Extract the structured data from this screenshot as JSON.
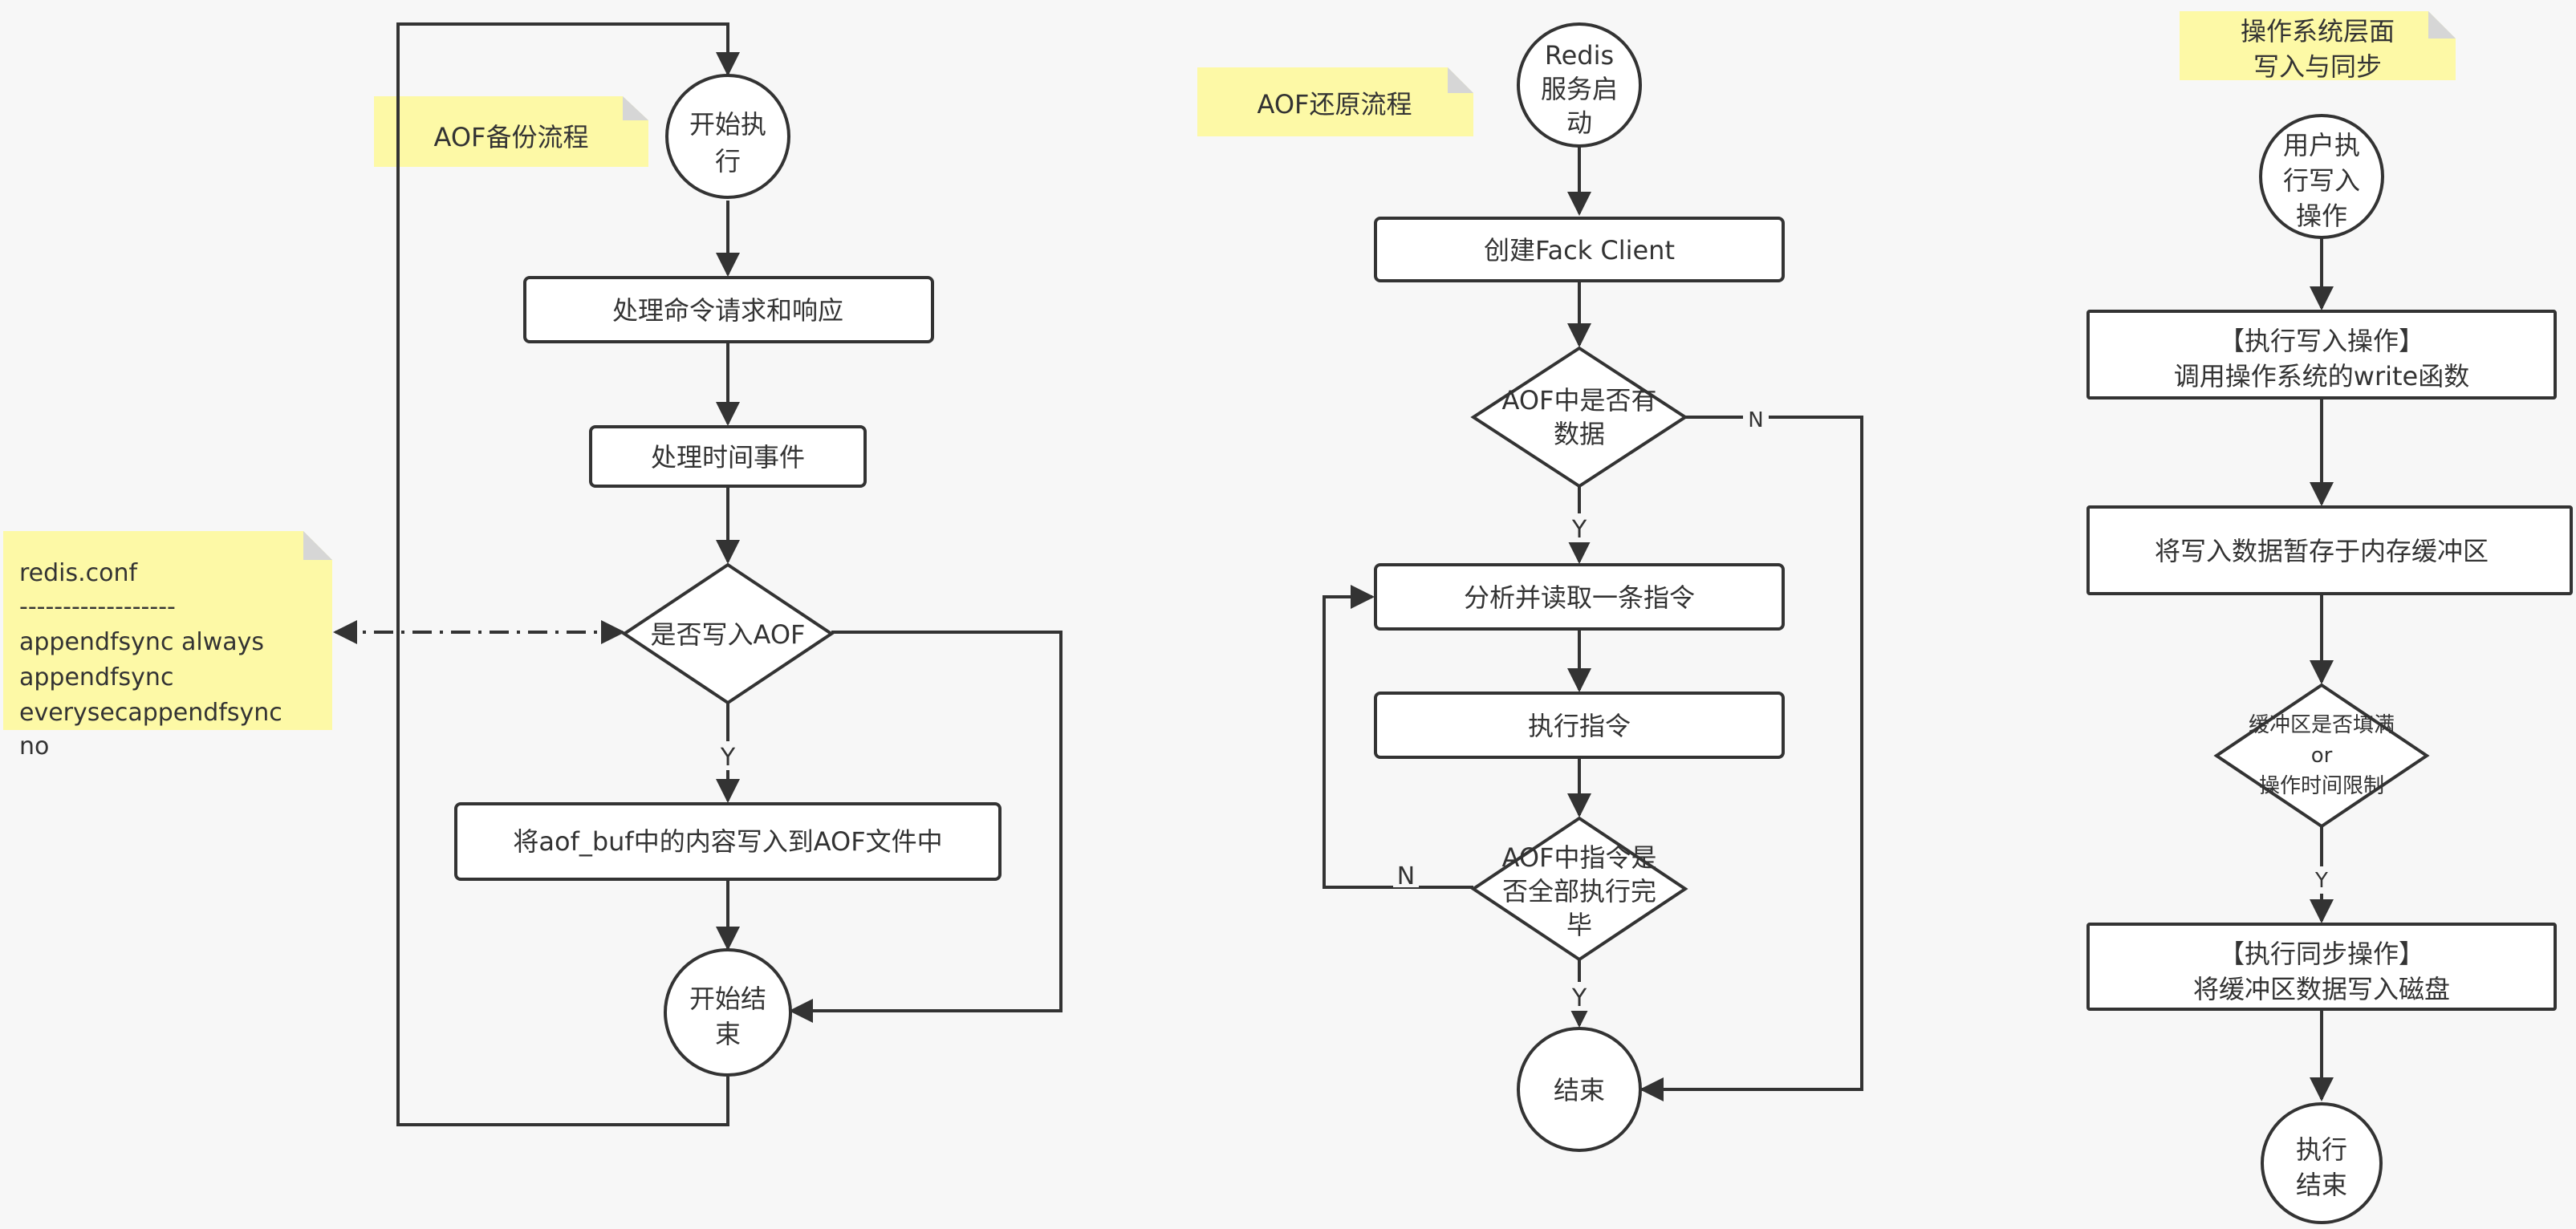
{
  "palette": {
    "background": "#f7f7f7",
    "stroke": "#333333",
    "node_fill": "#ffffff",
    "note_fill": "#fdf9a6",
    "note_fold": "#d6d6d6"
  },
  "notes": {
    "aof_backup": "AOF备份流程",
    "aof_restore": "AOF还原流程",
    "os_layer_line1": "操作系统层面",
    "os_layer_line2": "写入与同步",
    "redis_conf": [
      "redis.conf",
      "------------------",
      "appendfsync always",
      "appendfsync",
      "everysecappendfsync",
      "no"
    ]
  },
  "flow_backup": {
    "start": [
      "开始执",
      "行"
    ],
    "process_commands": "处理命令请求和响应",
    "process_time_events": "处理时间事件",
    "decision_write_aof": "是否写入AOF",
    "yes_label": "Y",
    "write_buf": "将aof_buf中的内容写入到AOF文件中",
    "end": [
      "开始结",
      "束"
    ]
  },
  "flow_restore": {
    "start": [
      "Redis",
      "服务启",
      "动"
    ],
    "create_client": "创建Fack Client",
    "decision_has_data": [
      "AOF中是否有",
      "数据"
    ],
    "no_label_1": "N",
    "yes_label_1": "Y",
    "parse_command": "分析并读取一条指令",
    "execute_command": "执行指令",
    "decision_all_done": [
      "AOF中指令是",
      "否全部执行完",
      "毕"
    ],
    "no_label_2": "N",
    "yes_label_2": "Y",
    "end": "结束"
  },
  "flow_os": {
    "start": [
      "用户执",
      "行写入",
      "操作"
    ],
    "write_op": [
      "【执行写入操作】",
      "调用操作系统的write函数"
    ],
    "buffer_store": "将写入数据暂存于内存缓冲区",
    "decision_buffer": [
      "缓冲区是否填满",
      "or",
      "操作时间限制"
    ],
    "yes_label": "Y",
    "sync_op": [
      "【执行同步操作】",
      "将缓冲区数据写入磁盘"
    ],
    "end": [
      "执行",
      "结束"
    ]
  }
}
